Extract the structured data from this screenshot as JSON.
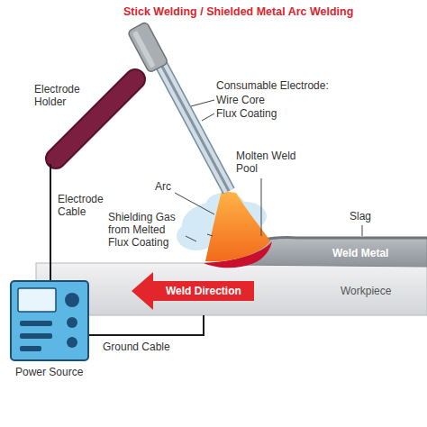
{
  "diagram": {
    "title": "Stick Welding / Shielded Metal Arc Welding",
    "labels": [
      "Electrode Holder",
      "Consumable Electrode:",
      "Wire Core",
      "Flux Coating",
      "Molten Weld Pool",
      "Arc",
      "Slag",
      "Electrode Cable",
      "Shielding Gas from Melted Flux Coating",
      "Weld Metal",
      "Weld Direction",
      "Workpiece",
      "Ground Cable",
      "Power Source"
    ]
  }
}
